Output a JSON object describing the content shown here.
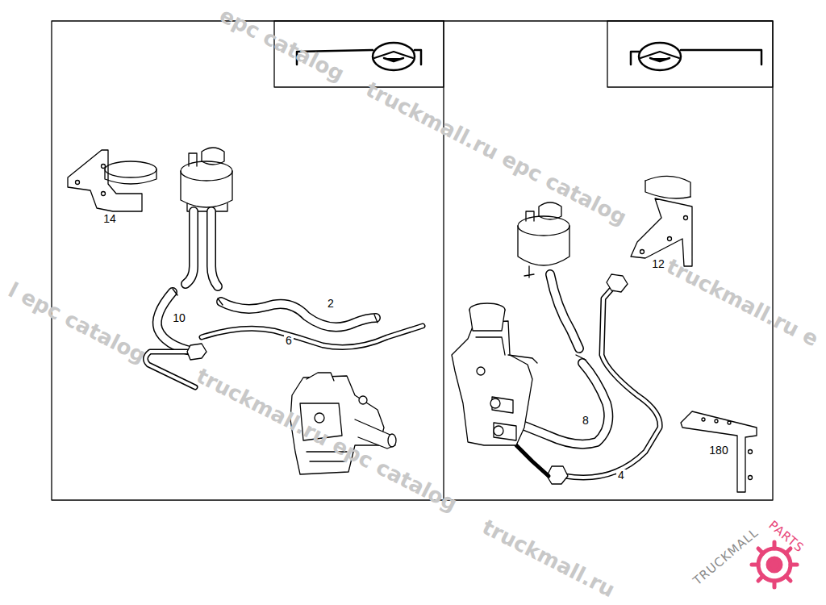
{
  "diagram": {
    "labels": [
      "14",
      "2",
      "10",
      "6",
      "12",
      "8",
      "4",
      "180",
      "epc catalog",
      "truckmall.ru epc catalog",
      "l epc catalog",
      "truckmall.ru e",
      "truckmall.ru epc catalog",
      "truckmall.ru",
      "TRUCKMALL",
      "PARTS"
    ]
  }
}
